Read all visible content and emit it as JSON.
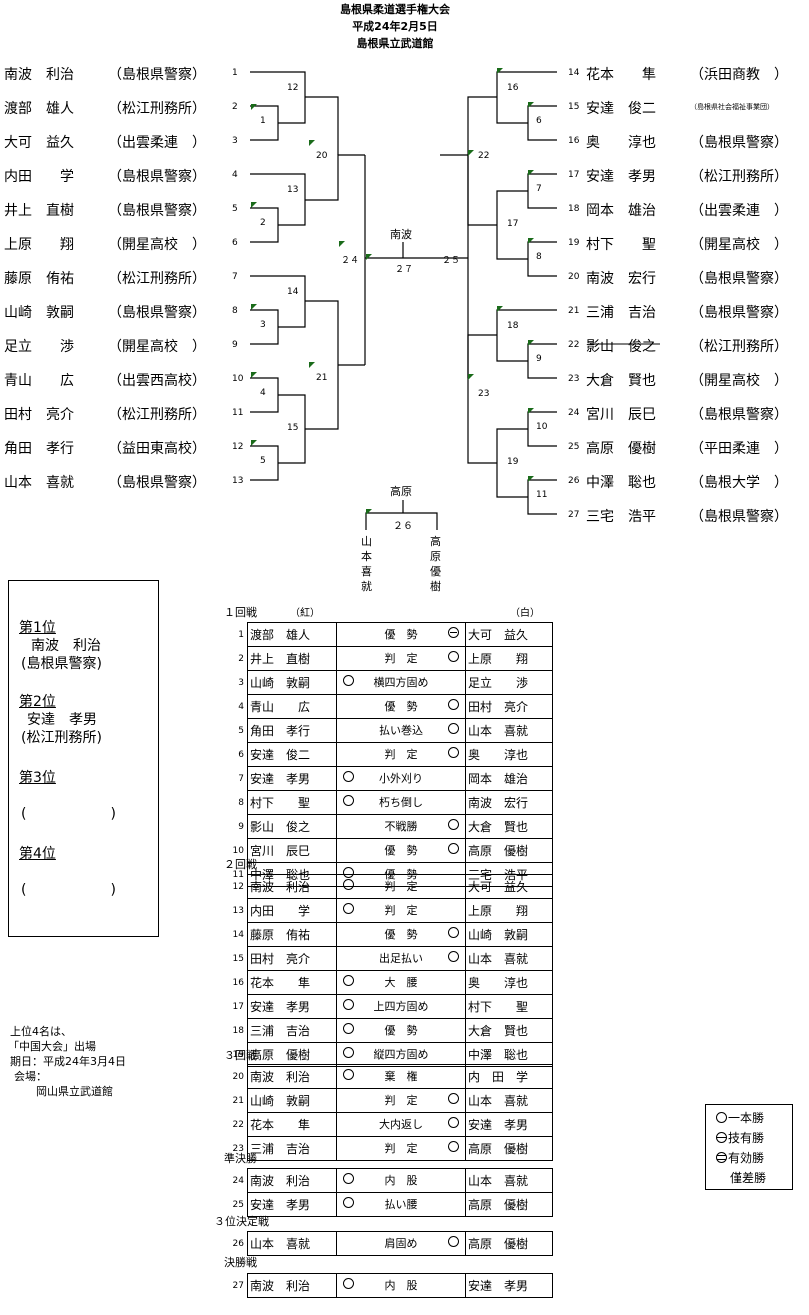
{
  "header": {
    "title": "島根県柔道選手権大会",
    "date": "平成24年2月5日",
    "venue": "島根県立武道館"
  },
  "left_players": [
    {
      "no": "1",
      "name": "南波　利治",
      "team": "（島根県警察）"
    },
    {
      "no": "2",
      "name": "渡部　雄人",
      "team": "（松江刑務所）"
    },
    {
      "no": "3",
      "name": "大可　益久",
      "team": "（出雲柔連　）"
    },
    {
      "no": "4",
      "name": "内田　　学",
      "team": "（島根県警察）"
    },
    {
      "no": "5",
      "name": "井上　直樹",
      "team": "（島根県警察）"
    },
    {
      "no": "6",
      "name": "上原　　翔",
      "team": "（開星高校　）"
    },
    {
      "no": "7",
      "name": "藤原　侑祐",
      "team": "（松江刑務所）"
    },
    {
      "no": "8",
      "name": "山崎　敦嗣",
      "team": "（島根県警察）"
    },
    {
      "no": "9",
      "name": "足立　　渉",
      "team": "（開星高校　）"
    },
    {
      "no": "10",
      "name": "青山　　広",
      "team": "（出雲西高校）"
    },
    {
      "no": "11",
      "name": "田村　亮介",
      "team": "（松江刑務所）"
    },
    {
      "no": "12",
      "name": "角田　孝行",
      "team": "（益田東高校）"
    },
    {
      "no": "13",
      "name": "山本　喜就",
      "team": "（島根県警察）"
    }
  ],
  "right_players": [
    {
      "no": "14",
      "name": "花本　　隼",
      "team": "（浜田商教　）"
    },
    {
      "no": "15",
      "name": "安達　俊二",
      "team": "（島根県社会福祉事業団）"
    },
    {
      "no": "16",
      "name": "奥　　淳也",
      "team": "（島根県警察）"
    },
    {
      "no": "17",
      "name": "安達　孝男",
      "team": "（松江刑務所）"
    },
    {
      "no": "18",
      "name": "岡本　雄治",
      "team": "（出雲柔連　）"
    },
    {
      "no": "19",
      "name": "村下　　聖",
      "team": "（開星高校　）"
    },
    {
      "no": "20",
      "name": "南波　宏行",
      "team": "（島根県警察）"
    },
    {
      "no": "21",
      "name": "三浦　吉治",
      "team": "（島根県警察）"
    },
    {
      "no": "22",
      "name": "影山　俊之",
      "team": "（松江刑務所）"
    },
    {
      "no": "23",
      "name": "大倉　賢也",
      "team": "（開星高校　）"
    },
    {
      "no": "24",
      "name": "宮川　辰巳",
      "team": "（島根県警察）"
    },
    {
      "no": "25",
      "name": "高原　優樹",
      "team": "（平田柔連　）"
    },
    {
      "no": "26",
      "name": "中澤　聡也",
      "team": "（島根大学　）"
    },
    {
      "no": "27",
      "name": "三宅　浩平",
      "team": "（島根県警察）"
    }
  ],
  "bracket_numbers": {
    "b1": "1",
    "b2": "2",
    "b3": "3",
    "b4": "4",
    "b5": "5",
    "b6": "6",
    "b7": "7",
    "b8": "8",
    "b9": "9",
    "b10": "10",
    "b11": "11",
    "b12": "12",
    "b13": "13",
    "b14": "14",
    "b15": "15",
    "b16": "16",
    "b17": "17",
    "b18": "18",
    "b19": "19",
    "b20": "20",
    "b21": "21",
    "b22": "22",
    "b23": "23",
    "b24": "２４",
    "b25": "２５",
    "b27": "２７"
  },
  "final_winner": "南波",
  "third_place": {
    "winner": "高原",
    "match_no": "２６",
    "left_name": "山本喜就",
    "right_name": "高原優樹"
  },
  "ranking_box": {
    "first_heading": "第1位",
    "first_name": "南波　利治",
    "first_team": "(島根県警察)",
    "second_heading": "第2位",
    "second_name": "安達　孝男",
    "second_team": "(松江刑務所)",
    "third_heading": "第3位",
    "third_value": "(　　　　　　)",
    "fourth_heading": "第4位",
    "fourth_value": "(　　　　　　)"
  },
  "notes": {
    "line1": "上位4名は、",
    "line2": "「中国大会」出場",
    "line3": "期日：平成24年3月4日",
    "line4": "会場：",
    "line5": "岡山県立武道館"
  },
  "results_header": {
    "round1": "１回戦",
    "red": "（紅）",
    "white": "（白）"
  },
  "sections": {
    "round2": "２回戦",
    "round3": "３回戦",
    "semi": "準決勝",
    "third": "３位決定戦",
    "final": "決勝戦"
  },
  "matches": [
    {
      "no": "1",
      "red": "渡部　雄人",
      "tech": "優　勢",
      "win": "r-bar",
      "white": "大可　益久"
    },
    {
      "no": "2",
      "red": "井上　直樹",
      "tech": "判　定",
      "win": "r",
      "white": "上原　　翔"
    },
    {
      "no": "3",
      "red": "山崎　敦嗣",
      "tech": "横四方固め",
      "win": "l",
      "white": "足立　　渉"
    },
    {
      "no": "4",
      "red": "青山　　広",
      "tech": "優　勢",
      "win": "r",
      "white": "田村　亮介"
    },
    {
      "no": "5",
      "red": "角田　孝行",
      "tech": "払い巻込",
      "win": "r",
      "white": "山本　喜就"
    },
    {
      "no": "6",
      "red": "安達　俊二",
      "tech": "判　定",
      "win": "r",
      "white": "奥　　淳也"
    },
    {
      "no": "7",
      "red": "安達　孝男",
      "tech": "小外刈り",
      "win": "l",
      "white": "岡本　雄治"
    },
    {
      "no": "8",
      "red": "村下　　聖",
      "tech": "朽ち倒し",
      "win": "l",
      "white": "南波　宏行"
    },
    {
      "no": "9",
      "red": "影山　俊之",
      "tech": "不戦勝",
      "win": "r",
      "white": "大倉　賢也"
    },
    {
      "no": "10",
      "red": "宮川　辰巳",
      "tech": "優　勢",
      "win": "r",
      "white": "高原　優樹"
    },
    {
      "no": "11",
      "red": "中澤　聡也",
      "tech": "優　勢",
      "win": "l",
      "white": "三宅　浩平"
    },
    {
      "no": "12",
      "red": "南波　利治",
      "tech": "判　定",
      "win": "l",
      "white": "大可　益久"
    },
    {
      "no": "13",
      "red": "内田　　学",
      "tech": "判　定",
      "win": "l",
      "white": "上原　　翔"
    },
    {
      "no": "14",
      "red": "藤原　侑祐",
      "tech": "優　勢",
      "win": "r",
      "white": "山崎　敦嗣"
    },
    {
      "no": "15",
      "red": "田村　亮介",
      "tech": "出足払い",
      "win": "r",
      "white": "山本　喜就"
    },
    {
      "no": "16",
      "red": "花本　　隼",
      "tech": "大　腰",
      "win": "l",
      "white": "奥　　淳也"
    },
    {
      "no": "17",
      "red": "安達　孝男",
      "tech": "上四方固め",
      "win": "l",
      "white": "村下　　聖"
    },
    {
      "no": "18",
      "red": "三浦　吉治",
      "tech": "優　勢",
      "win": "l",
      "white": "大倉　賢也"
    },
    {
      "no": "19",
      "red": "高原　優樹",
      "tech": "縦四方固め",
      "win": "l",
      "white": "中澤　聡也"
    },
    {
      "no": "20",
      "red": "南波　利治",
      "tech": "棄　権",
      "win": "l",
      "white": "内　田　学"
    },
    {
      "no": "21",
      "red": "山崎　敦嗣",
      "tech": "判　定",
      "win": "r",
      "white": "山本　喜就"
    },
    {
      "no": "22",
      "red": "花本　　隼",
      "tech": "大内返し",
      "win": "r",
      "white": "安達　孝男"
    },
    {
      "no": "23",
      "red": "三浦　吉治",
      "tech": "判　定",
      "win": "r",
      "white": "高原　優樹"
    },
    {
      "no": "24",
      "red": "南波　利治",
      "tech": "内　股",
      "win": "l",
      "white": "山本　喜就"
    },
    {
      "no": "25",
      "red": "安達　孝男",
      "tech": "払い腰",
      "win": "l",
      "white": "高原　優樹"
    },
    {
      "no": "26",
      "red": "山本　喜就",
      "tech": "肩固め",
      "win": "r",
      "white": "高原　優樹"
    },
    {
      "no": "27",
      "red": "南波　利治",
      "tech": "内　股",
      "win": "l",
      "white": "安達　孝男"
    }
  ],
  "legend": {
    "l1": "一本勝",
    "l2": "技有勝",
    "l3": "有効勝",
    "l4": "僅差勝"
  },
  "colors": {
    "marker": "#1a6b1a",
    "line": "#000000"
  }
}
